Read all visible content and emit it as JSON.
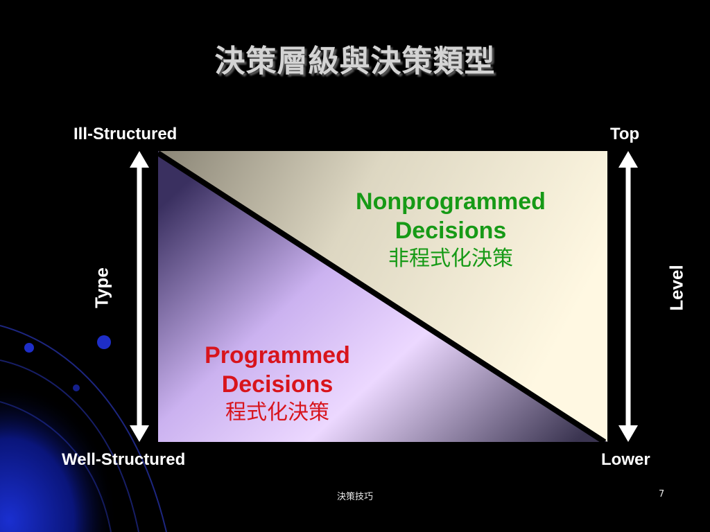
{
  "title": "決策層級與決策類型",
  "axes": {
    "type_label": "Type",
    "level_label": "Level",
    "top_left": "Ill-Structured",
    "bottom_left": "Well-Structured",
    "top_right": "Top",
    "bottom_right": "Lower"
  },
  "regions": {
    "nonprogrammed": {
      "line1": "Nonprogrammed",
      "line2": "Decisions",
      "chinese": "非程式化決策",
      "color": "#169a16"
    },
    "programmed": {
      "line1": "Programmed",
      "line2": "Decisions",
      "chinese": "程式化決策",
      "color": "#d8141c"
    }
  },
  "footer": {
    "text": "決策技巧",
    "page": "7"
  }
}
